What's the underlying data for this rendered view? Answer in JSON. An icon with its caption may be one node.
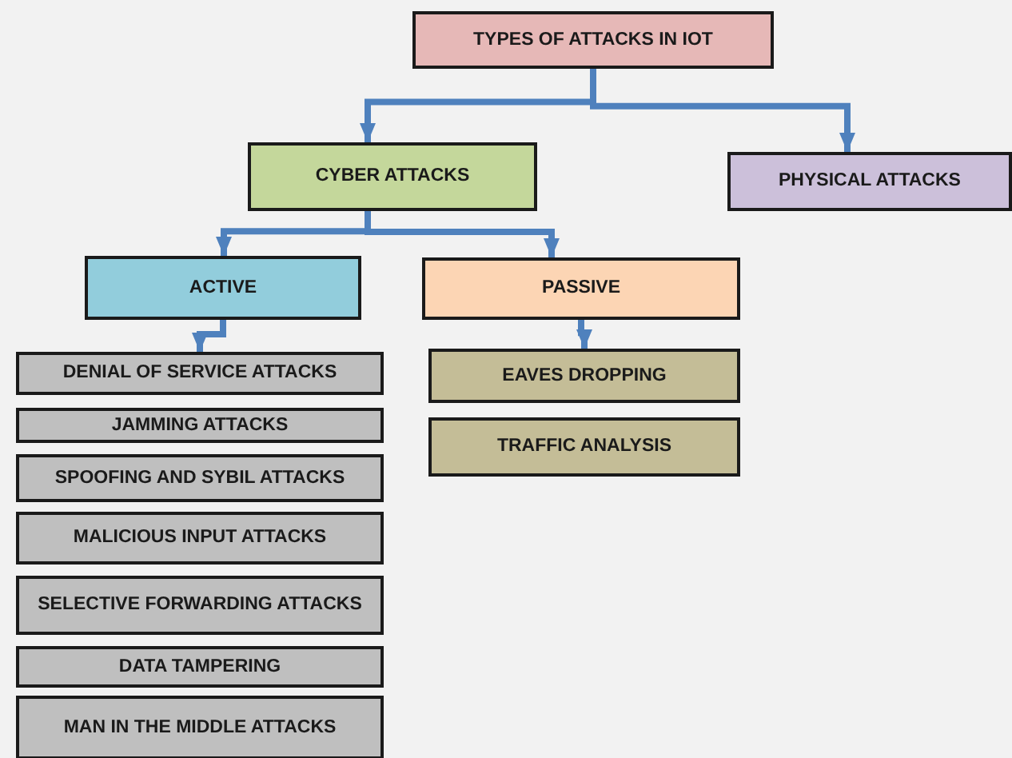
{
  "diagram": {
    "nodes": [
      {
        "text": [
          "TYPES OF ATTACKS IN IOT"
        ]
      },
      {
        "text": [
          "CYBER ATTACKS"
        ]
      },
      {
        "text": [
          "PHYSICAL ATTACKS"
        ]
      },
      {
        "text": [
          "ACTIVE"
        ]
      },
      {
        "text": [
          "PASSIVE"
        ]
      },
      {
        "text": [
          "DENIAL OF SERVICE ATTACKS"
        ]
      },
      {
        "text": [
          "JAMMING ATTACKS"
        ]
      },
      {
        "text": [
          "SPOOFING AND SYBIL ATTACKS"
        ]
      },
      {
        "text": [
          "MALICIOUS INPUT ATTACKS"
        ]
      },
      {
        "text": [
          "SELECTIVE FORWARDING ATTACKS"
        ]
      },
      {
        "text": [
          "DATA TAMPERING"
        ]
      },
      {
        "text": [
          "MAN IN THE MIDDLE ATTACKS"
        ]
      },
      {
        "text": [
          "EAVES DROPPING"
        ]
      },
      {
        "text": [
          "TRAFFIC ANALYSIS"
        ]
      }
    ],
    "edges": [
      {
        "from": 0,
        "to": 1,
        "arrow": "to"
      },
      {
        "from": 0,
        "to": 2,
        "arrow": "to"
      },
      {
        "from": 1,
        "to": 3,
        "arrow": "to"
      },
      {
        "from": 1,
        "to": 4,
        "arrow": "to"
      },
      {
        "from": 3,
        "to": 5,
        "arrow": "to"
      },
      {
        "from": 4,
        "to": 12,
        "arrow": "to"
      }
    ]
  }
}
